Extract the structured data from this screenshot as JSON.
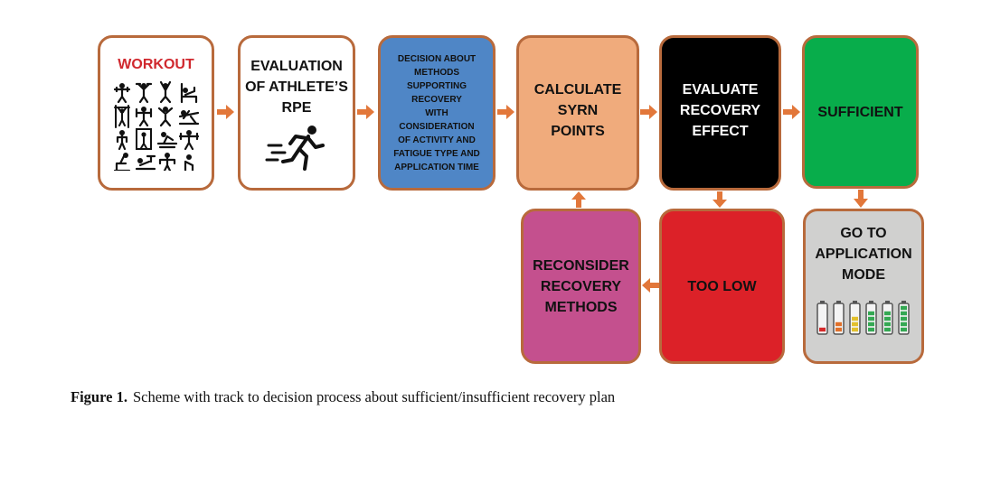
{
  "figure": {
    "caption_label": "Figure 1.",
    "caption_text": "Scheme with track to decision process about sufficient/insufficient recovery plan"
  },
  "nodes": {
    "workout": {
      "label": "WORKOUT",
      "color": "#d0282e"
    },
    "rpe": {
      "line1": "EVALUATION",
      "line2": "OF ATHLETE’S",
      "line3": "RPE"
    },
    "decision": {
      "line1": "DECISION ABOUT",
      "line2": "METHODS",
      "line3": "SUPPORTING",
      "line4": "RECOVERY",
      "line5": "WITH",
      "line6": "CONSIDERATION",
      "line7": "OF ACTIVITY AND",
      "line8": "FATIGUE TYPE AND",
      "line9": "APPLICATION TIME",
      "color": "#4f86c6"
    },
    "calculate": {
      "line1": "CALCULATE",
      "line2": "SYRN",
      "line3": "POINTS",
      "color": "#f0ab7c"
    },
    "evaluate": {
      "line1": "EVALUATE",
      "line2": "RECOVERY",
      "line3": "EFFECT",
      "color": "#000000"
    },
    "sufficient": {
      "label": "SUFFICIENT",
      "color": "#08ad4b"
    },
    "go_to": {
      "line1": "GO TO",
      "line2": "APPLICATION",
      "line3": "MODE",
      "color": "#d0d0cf"
    },
    "too_low": {
      "label": "TOO LOW",
      "color": "#dc2128"
    },
    "reconsider": {
      "line1": "RECONSIDER",
      "line2": "RECOVERY",
      "line3": "METHODS",
      "color": "#c4508e"
    }
  },
  "colors": {
    "border": "#b86a3c",
    "arrow": "#e2773a"
  },
  "battery_levels": [
    0.15,
    0.3,
    0.5,
    0.7,
    0.85,
    1.0
  ]
}
